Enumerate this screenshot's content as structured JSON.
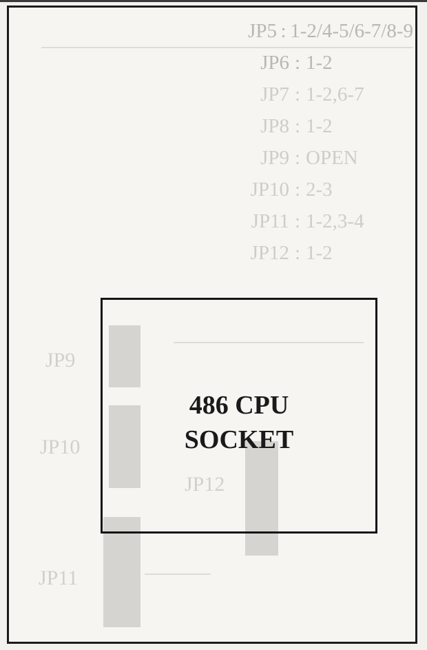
{
  "diagram": {
    "cpu_socket": {
      "line1": "486 CPU",
      "line2": "SOCKET"
    },
    "faint_jumper_list": [
      {
        "jp": "JP5",
        "value": "1-2/4-5/6-7/8-9"
      },
      {
        "jp": "JP6",
        "value": "1-2"
      },
      {
        "jp": "JP7",
        "value": "1-2,6-7"
      },
      {
        "jp": "JP8",
        "value": "1-2"
      },
      {
        "jp": "JP9",
        "value": "OPEN"
      },
      {
        "jp": "JP10",
        "value": "2-3"
      },
      {
        "jp": "JP11",
        "value": "1-2,3-4"
      },
      {
        "jp": "JP12",
        "value": "1-2"
      }
    ],
    "faint_labels": {
      "jp9": "JP9",
      "jp10": "JP10",
      "jp11": "JP11",
      "jp12": "JP12"
    }
  }
}
